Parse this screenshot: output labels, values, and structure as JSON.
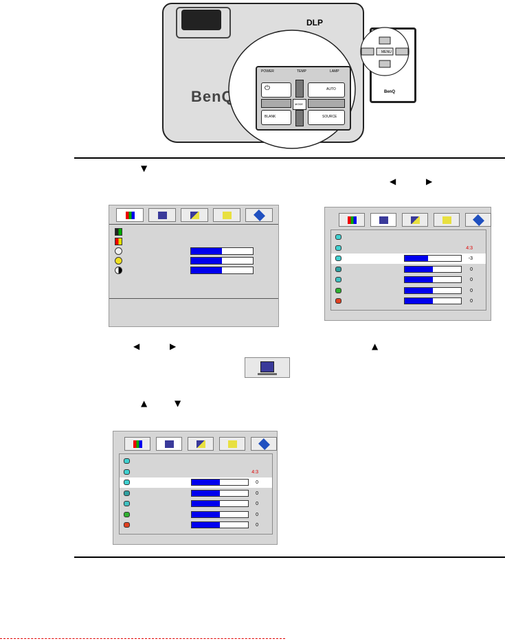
{
  "projector": {
    "brand": "BenQ",
    "logo_dlp": "DLP",
    "indicators": [
      "POWER",
      "TEMP",
      "LAMP"
    ],
    "keypad_labels": {
      "center": "MODE",
      "auto": "AUTO",
      "blank": "BLANK",
      "source": "SOURCE"
    },
    "remote_brand": "BenQ",
    "remote_center": "MENU"
  },
  "steps": {
    "step1_down_glyph": "▼",
    "step1_left_glyph": "◀",
    "step1_right_glyph": "▶",
    "step2_left_glyph": "◀",
    "step2_right_glyph": "▶",
    "step2_up_glyph": "▲",
    "step3_up_glyph": "▲",
    "step3_down_glyph": "▼"
  },
  "menu_picture": {
    "tabs": [
      "picture-icon",
      "display-icon",
      "setting-icon",
      "advanced-icon",
      "information-icon"
    ],
    "active_tab": 0,
    "rows": [
      {
        "icon": "color-mode-icon",
        "value": null
      },
      {
        "icon": "color-icon",
        "value": null
      },
      {
        "icon": "sharpness-icon",
        "value": 0.5
      },
      {
        "icon": "brightness-icon",
        "value": 0.5
      },
      {
        "icon": "contrast-icon",
        "value": 0.5
      }
    ]
  },
  "menu_display_top": {
    "tabs": [
      "picture-icon",
      "display-icon",
      "setting-icon",
      "advanced-icon",
      "information-icon"
    ],
    "active_tab": 1,
    "rows": [
      {
        "icon": "display-row-icon",
        "text": "",
        "bar": null
      },
      {
        "icon": "display-row-icon",
        "text": "4:3",
        "bar": null,
        "red": true
      },
      {
        "icon": "display-row-icon",
        "text": "-3",
        "bar": 0.42,
        "selected": true
      },
      {
        "icon": "display-row-icon",
        "text": "0",
        "bar": 0.5
      },
      {
        "icon": "display-row-icon",
        "text": "0",
        "bar": 0.5
      },
      {
        "icon": "display-row-icon",
        "text": "0",
        "bar": 0.5
      },
      {
        "icon": "display-row-icon",
        "text": "0",
        "bar": 0.5
      }
    ]
  },
  "menu_display_bottom": {
    "tabs": [
      "picture-icon",
      "display-icon",
      "setting-icon",
      "advanced-icon",
      "information-icon"
    ],
    "active_tab": 1,
    "rows": [
      {
        "icon": "display-row-icon",
        "text": "",
        "bar": null
      },
      {
        "icon": "display-row-icon",
        "text": "4:3",
        "bar": null,
        "red": true
      },
      {
        "icon": "display-row-icon",
        "text": "0",
        "bar": 0.5,
        "selected": true
      },
      {
        "icon": "display-row-icon",
        "text": "0",
        "bar": 0.5
      },
      {
        "icon": "display-row-icon",
        "text": "0",
        "bar": 0.5
      },
      {
        "icon": "display-row-icon",
        "text": "0",
        "bar": 0.5
      },
      {
        "icon": "display-row-icon",
        "text": "0",
        "bar": 0.5
      }
    ]
  },
  "colors": {
    "accent_red": "#e00000",
    "bar_blue": "#0000ee"
  }
}
